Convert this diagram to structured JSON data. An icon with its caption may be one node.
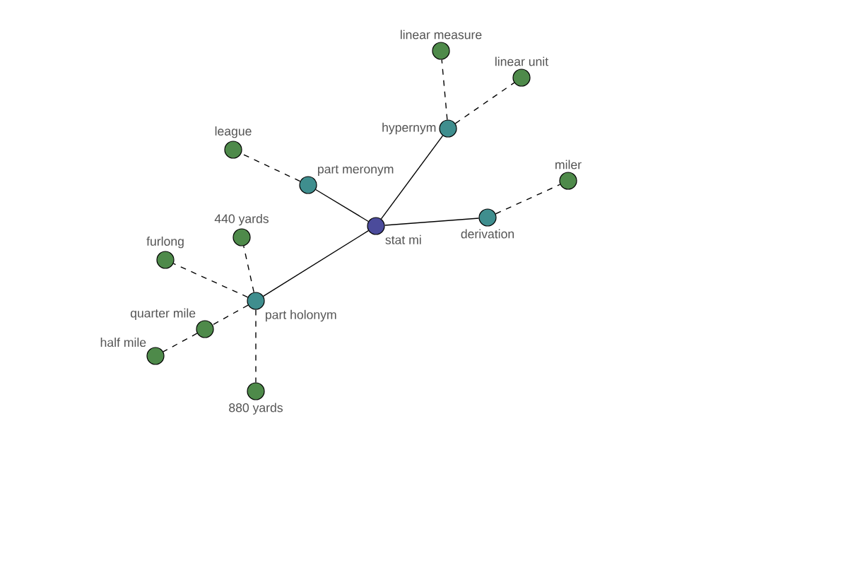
{
  "diagram": {
    "nodes": [
      {
        "text": [
          "stat mi"
        ]
      },
      {
        "text": [
          "hypernym"
        ]
      },
      {
        "text": [
          "linear measure"
        ]
      },
      {
        "text": [
          "linear unit"
        ]
      },
      {
        "text": [
          "part meronym"
        ]
      },
      {
        "text": [
          "league"
        ]
      },
      {
        "text": [
          "derivation"
        ]
      },
      {
        "text": [
          "miler"
        ]
      },
      {
        "text": [
          "part holonym"
        ]
      },
      {
        "text": [
          "440 yards"
        ]
      },
      {
        "text": [
          "furlong"
        ]
      },
      {
        "text": [
          "quarter mile"
        ]
      },
      {
        "text": [
          "half mile"
        ]
      },
      {
        "text": [
          "880 yards"
        ]
      }
    ],
    "edges": [
      {
        "from": 0,
        "to": 1,
        "arrow": "none"
      },
      {
        "from": 0,
        "to": 4,
        "arrow": "none"
      },
      {
        "from": 0,
        "to": 6,
        "arrow": "none"
      },
      {
        "from": 0,
        "to": 8,
        "arrow": "none"
      },
      {
        "from": 1,
        "to": 2,
        "arrow": "none",
        "style": "dashed"
      },
      {
        "from": 1,
        "to": 3,
        "arrow": "none",
        "style": "dashed"
      },
      {
        "from": 4,
        "to": 5,
        "arrow": "none",
        "style": "dashed"
      },
      {
        "from": 6,
        "to": 7,
        "arrow": "none",
        "style": "dashed"
      },
      {
        "from": 8,
        "to": 9,
        "arrow": "none",
        "style": "dashed"
      },
      {
        "from": 8,
        "to": 10,
        "arrow": "none",
        "style": "dashed"
      },
      {
        "from": 8,
        "to": 11,
        "arrow": "none",
        "style": "dashed"
      },
      {
        "from": 11,
        "to": 12,
        "arrow": "none",
        "style": "dashed"
      },
      {
        "from": 8,
        "to": 13,
        "arrow": "none",
        "style": "dashed"
      }
    ]
  }
}
